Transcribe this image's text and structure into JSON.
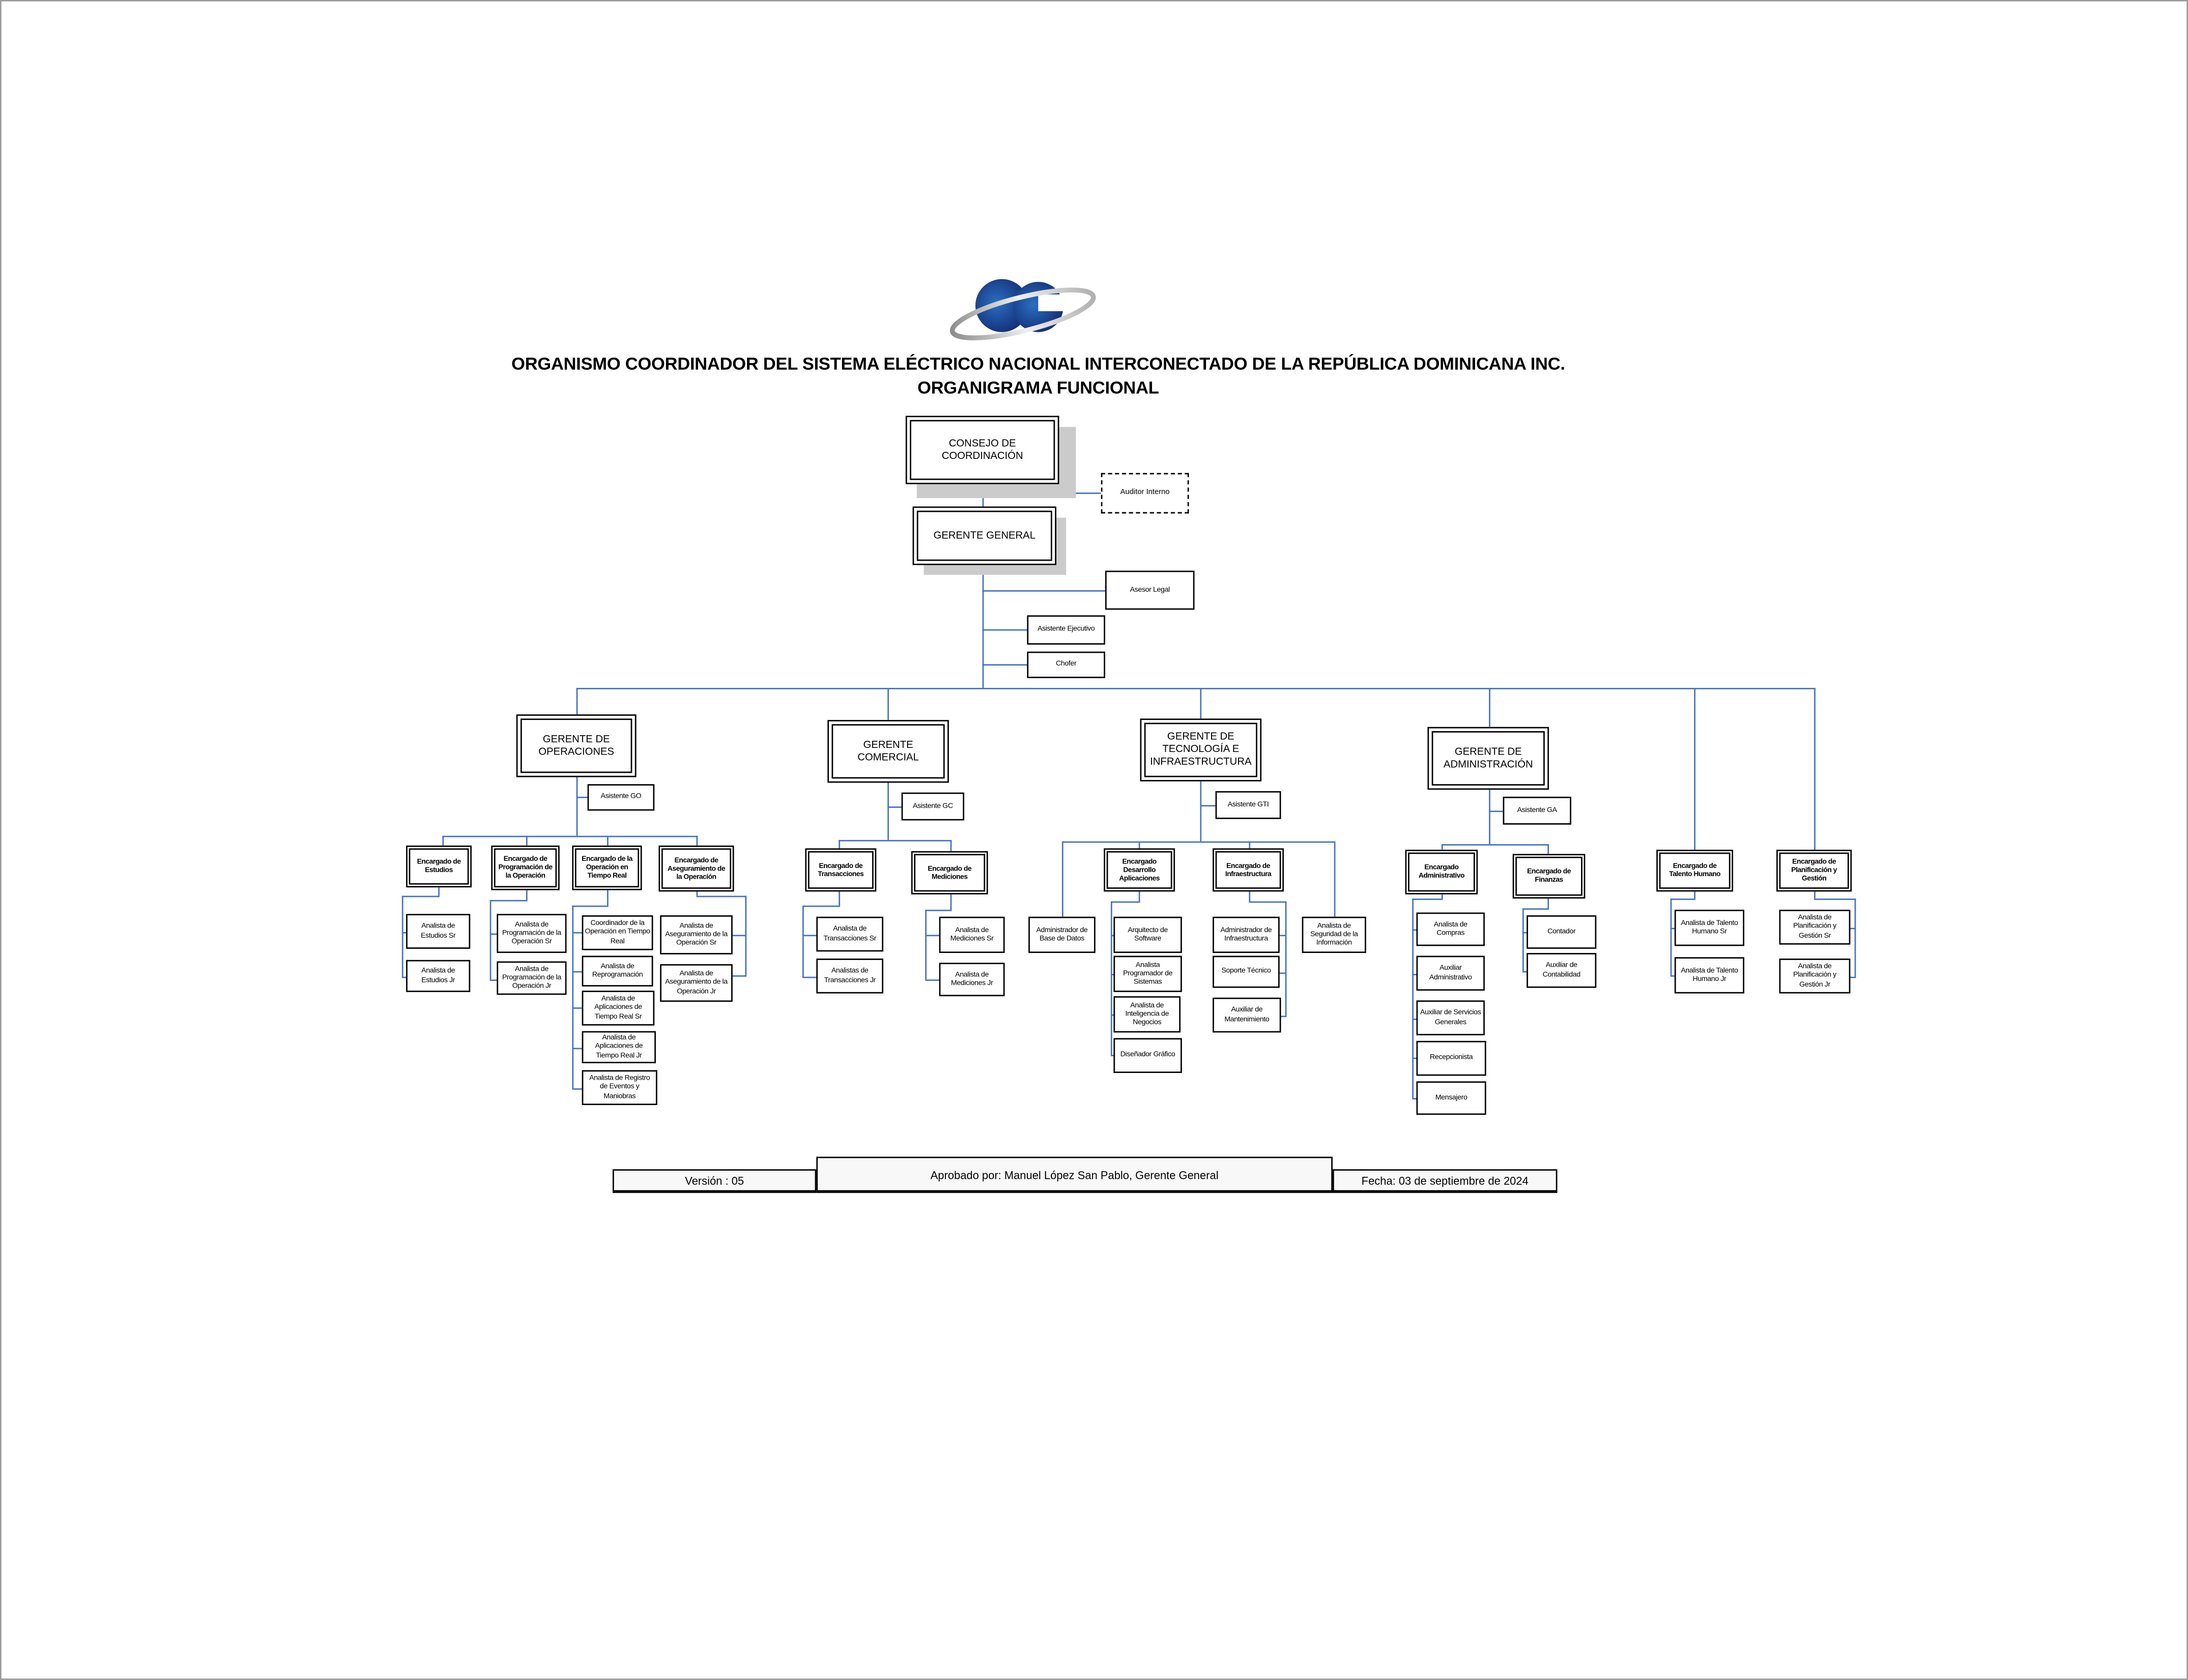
{
  "header": {
    "logo_text": "OC",
    "title": "ORGANISMO COORDINADOR DEL SISTEMA ELÉCTRICO NACIONAL INTERCONECTADO DE LA REPÚBLICA DOMINICANA INC.",
    "subtitle": "ORGANIGRAMA FUNCIONAL"
  },
  "top": {
    "consejo": "CONSEJO DE COORDINACIÓN",
    "auditor": "Auditor Interno",
    "gerente_general": "GERENTE GENERAL",
    "asesor": "Asesor Legal",
    "asistente": "Asistente Ejecutivo",
    "chofer": "Chofer"
  },
  "operaciones": {
    "gerente": "GERENTE DE OPERACIONES",
    "asistente": "Asistente GO",
    "estudios": "Encargado de Estudios",
    "estudios_sr": "Analista de Estudios Sr",
    "estudios_jr": "Analista de Estudios Jr",
    "programacion": "Encargado de Programación de la Operación",
    "programacion_sr": "Analista de Programación de la Operación Sr",
    "programacion_jr": "Analista de Programación de la Operación Jr",
    "tiempo_real": "Encargado de la Operación en Tiempo Real",
    "coordinador": "Coordinador de la Operación en Tiempo Real",
    "reprogramacion": "Analista de Reprogramación",
    "aplicaciones_sr": "Analista de Aplicaciones de Tiempo Real Sr",
    "aplicaciones_jr": "Analista de Aplicaciones de Tiempo Real Jr",
    "registro": "Analista de Registro de Eventos y Maniobras",
    "aseguramiento": "Encargado de Aseguramiento de la Operación",
    "aseguramiento_sr": "Analista de Aseguramiento de la Operación Sr",
    "aseguramiento_jr": "Analista de Aseguramiento de la Operación Jr"
  },
  "comercial": {
    "gerente": "GERENTE COMERCIAL",
    "asistente": "Asistente GC",
    "transacciones": "Encargado de Transacciones",
    "transacciones_sr": "Analista de Transacciones Sr",
    "transacciones_jr": "Analistas de Transacciones Jr",
    "mediciones": "Encargado de Mediciones",
    "mediciones_sr": "Analista de Mediciones Sr",
    "mediciones_jr": "Analista de Mediciones Jr"
  },
  "tecnologia": {
    "gerente": "GERENTE DE TECNOLOGÍA E INFRAESTRUCTURA",
    "asistente": "Asistente GTI",
    "base_datos": "Administrador de Base de Datos",
    "desarrollo": "Encargado Desarrollo Aplicaciones",
    "arquitecto": "Arquitecto de Software",
    "programador": "Analista Programador de Sistemas",
    "inteligencia": "Analista de Inteligencia de Negocios",
    "disenador": "Diseñador Gráfico",
    "infraestructura": "Encargado de Infraestructura",
    "admin_infra": "Administrador de Infraestructura",
    "soporte": "Soporte Técnico",
    "mantenimiento": "Auxiliar de Mantenimiento",
    "seguridad": "Analista de Seguridad de la Información"
  },
  "administracion": {
    "gerente": "GERENTE DE ADMINISTRACIÓN",
    "asistente": "Asistente GA",
    "administrativo": "Encargado Administrativo",
    "compras": "Analista de Compras",
    "aux_admin": "Auxiliar Administrativo",
    "servicios": "Auxiliar de Servicios Generales",
    "recepcionista": "Recepcionista",
    "mensajero": "Mensajero",
    "finanzas": "Encargado de Finanzas",
    "contador": "Contador",
    "contabilidad": "Auxiliar de Contabilidad"
  },
  "talento": {
    "encargado": "Encargado de Talento Humano",
    "sr": "Analista de Talento Humano Sr",
    "jr": "Analista de Talento Humano Jr"
  },
  "planificacion": {
    "encargado": "Encargado de Planificación y Gestión",
    "sr": "Analista de Planificación y Gestión Sr",
    "jr": "Analista de Planificación y Gestión Jr"
  },
  "footer": {
    "version": "Versión : 05",
    "aprobado": "Aprobado por: Manuel López San Pablo, Gerente General",
    "fecha": "Fecha: 03 de septiembre de 2024"
  },
  "colors": {
    "connector": "#4472c4",
    "logo_blue": "#1a3f8f",
    "shadow": "#cbcbcb"
  }
}
